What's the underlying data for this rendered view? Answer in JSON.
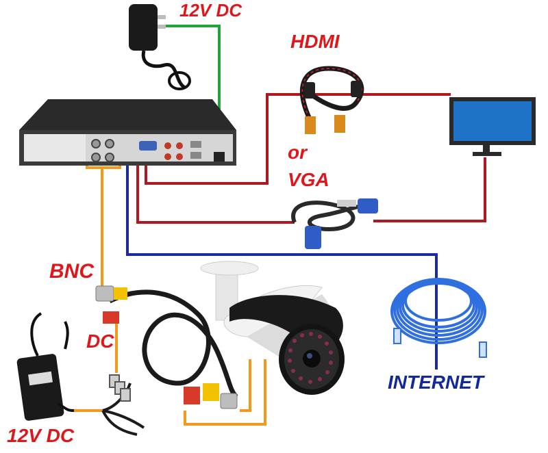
{
  "labels": {
    "dc_top": "12V DC",
    "hdmi": "HDMI",
    "or": "or",
    "vga": "VGA",
    "bnc": "BNC",
    "dc": "DC",
    "dc_bottom": "12V DC",
    "internet": "INTERNET"
  },
  "colors": {
    "power_wire": "#20a53a",
    "video_wire": "#b01820",
    "network_wire": "#1a2ba0",
    "camera_wire": "#f39a1e",
    "label_red": "#e0161b",
    "label_blue": "#13299a"
  },
  "icons": {
    "dvr": "dvr-recorder-icon",
    "monitor": "monitor-icon",
    "camera": "bullet-camera-icon",
    "adapter_top": "power-adapter-icon",
    "adapter_bottom": "power-brick-icon",
    "hdmi_cable": "hdmi-cable-icon",
    "vga_cable": "vga-cable-icon",
    "network_cable": "ethernet-cable-icon",
    "bnc_cable": "bnc-dc-cable-icon",
    "splitter": "power-splitter-icon"
  }
}
